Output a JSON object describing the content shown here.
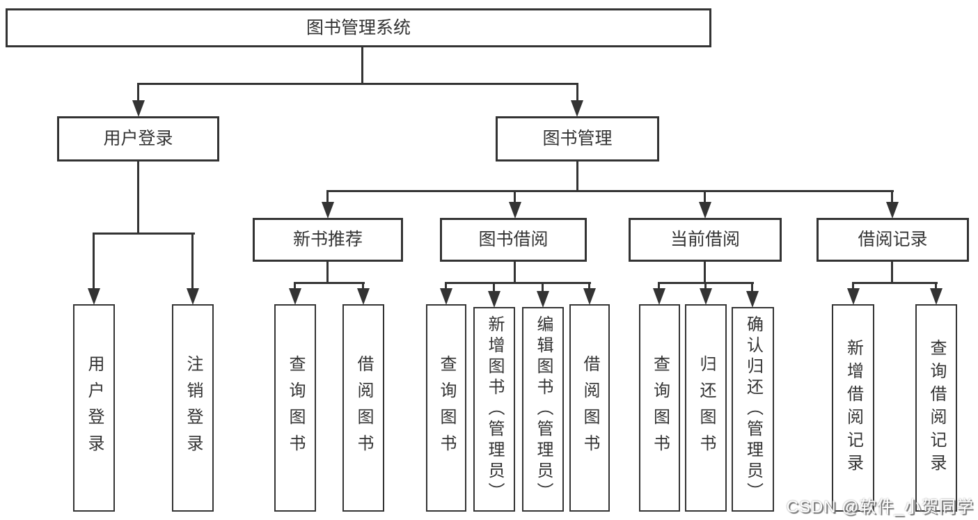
{
  "diagram": {
    "title": "图书管理系统",
    "branches": [
      {
        "label": "用户登录",
        "children": [
          "用户登录",
          "注销登录"
        ]
      },
      {
        "label": "图书管理",
        "children": [
          {
            "label": "新书推荐",
            "children": [
              "查询图书",
              "借阅图书"
            ]
          },
          {
            "label": "图书借阅",
            "children": [
              "查询图书",
              "新增图书（管理员）",
              "编辑图书（管理员）",
              "借阅图书"
            ]
          },
          {
            "label": "当前借阅",
            "children": [
              "查询图书",
              "归还图书",
              "确认归还（管理员）"
            ]
          },
          {
            "label": "借阅记录",
            "children": [
              "新增借阅记录",
              "查询借阅记录"
            ]
          }
        ]
      }
    ]
  },
  "watermark": {
    "text": "CSDN @软件_小贺同学"
  },
  "colors": {
    "line": "#333333",
    "text": "#333333",
    "background": "#ffffff",
    "watermark": "#ffffff"
  }
}
